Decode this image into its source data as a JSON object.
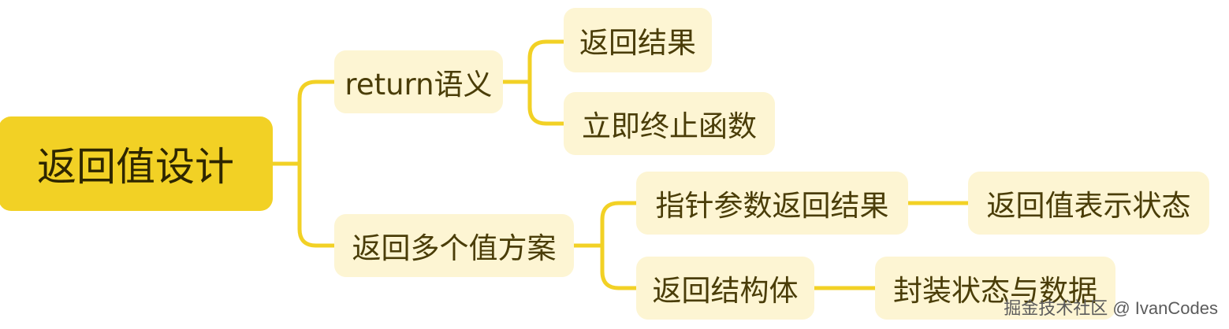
{
  "root": {
    "label": "返回值设计"
  },
  "branches": [
    {
      "label": "return语义",
      "children": [
        {
          "label": "返回结果"
        },
        {
          "label": "立即终止函数"
        }
      ]
    },
    {
      "label": "返回多个值方案",
      "children": [
        {
          "label": "指针参数返回结果",
          "children": [
            {
              "label": "返回值表示状态"
            }
          ]
        },
        {
          "label": "返回结构体",
          "children": [
            {
              "label": "封装状态与数据"
            }
          ]
        }
      ]
    }
  ],
  "watermark": "掘金技术社区 @ IvanCodes",
  "colors": {
    "root_fill": "#f2d125",
    "node_fill": "#fdf5d3",
    "connector": "#f2d125",
    "text": "#4a3d08"
  }
}
